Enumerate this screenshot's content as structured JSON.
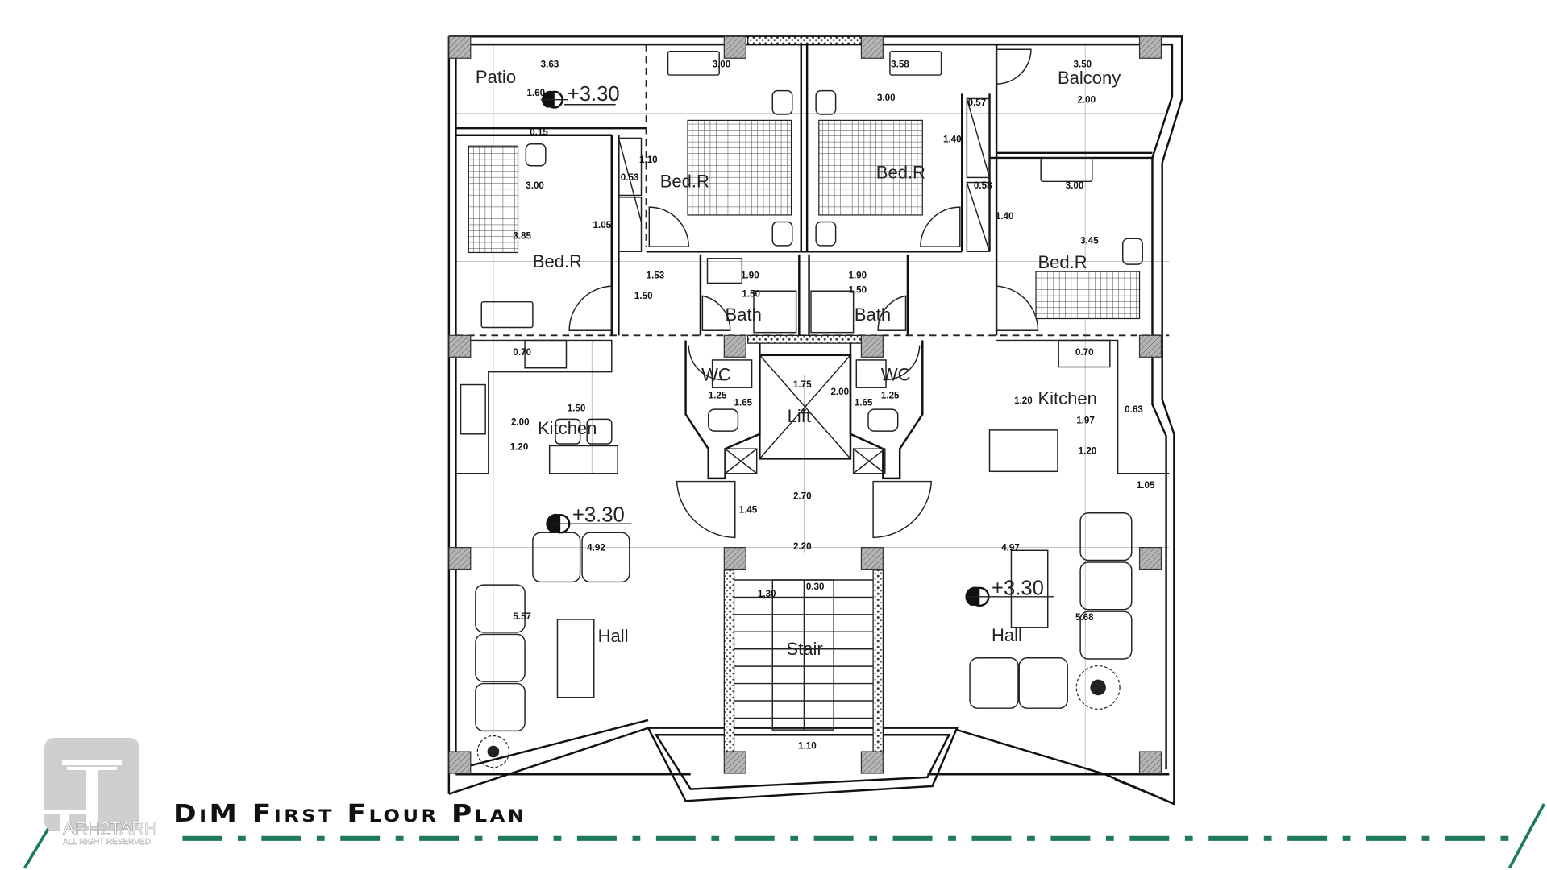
{
  "title": "DiM First Flour Plan",
  "logo": {
    "name": "ARH2TARH",
    "tagline": "ALL RIGHT RESERVED"
  },
  "colors": {
    "accent": "#1f7a5c",
    "column": "#9a9a9a",
    "logo_bg": "#cfcfcf"
  },
  "plan": {
    "rooms": {
      "patio": "Patio",
      "balcony": "Balcony",
      "bed_left": "Bed.R",
      "bed_center_left": "Bed.R",
      "bed_center_right": "Bed.R",
      "bed_right": "Bed.R",
      "bath_left": "Bath",
      "bath_right": "Bath",
      "wc_left": "WC",
      "wc_right": "WC",
      "lift": "Lift",
      "kitchen_left": "Kitchen",
      "kitchen_right": "Kitchen",
      "hall_left": "Hall",
      "hall_right": "Hall",
      "stair": "Stair"
    },
    "levels": [
      "+3.30",
      "+3.30",
      "+3.30"
    ],
    "dims": [
      "3.63",
      "1.60",
      "3.00",
      "3.58",
      "3.50",
      "2.00",
      "3.00",
      "0.57",
      "1.40",
      "0.15",
      "3.00",
      "3.85",
      "1.05",
      "0.53",
      "1.10",
      "0.58",
      "1.40",
      "3.00",
      "3.45",
      "1.53",
      "1.50",
      "1.90",
      "1.50",
      "1.90",
      "1.50",
      "0.70",
      "0.70",
      "1.25",
      "1.65",
      "1.75",
      "2.00",
      "1.65",
      "1.25",
      "1.20",
      "0.63",
      "1.97",
      "1.20",
      "1.05",
      "1.50",
      "2.00",
      "1.20",
      "2.70",
      "1.45",
      "4.92",
      "2.20",
      "4.97",
      "1.30",
      "0.30",
      "5.57",
      "5.68",
      "1.10"
    ]
  }
}
